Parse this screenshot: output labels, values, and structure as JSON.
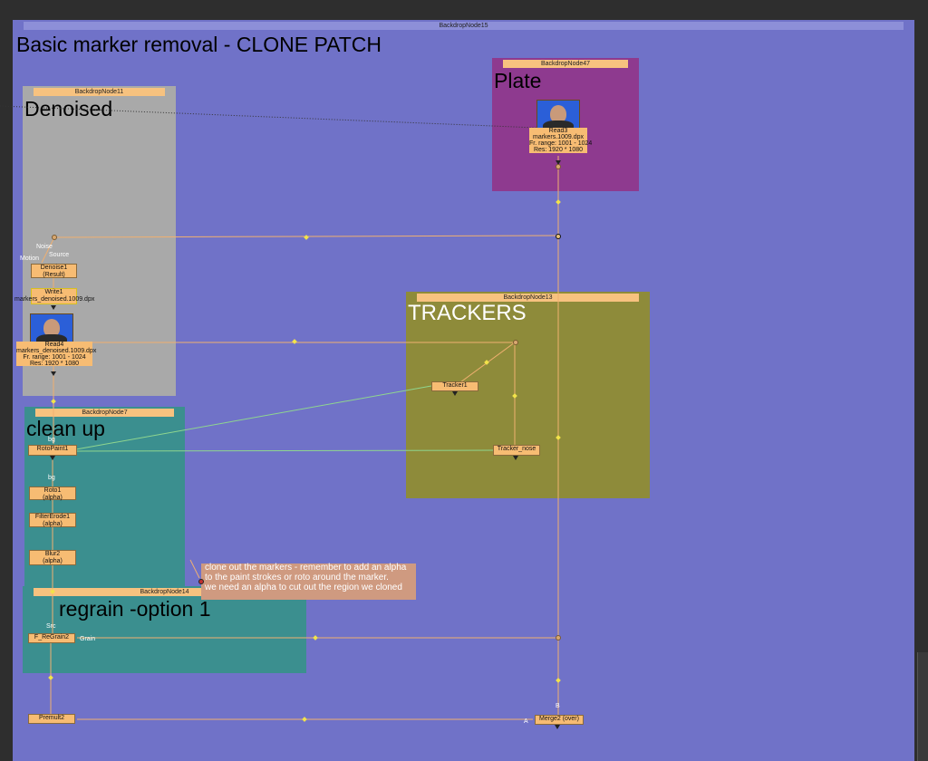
{
  "backdrops": {
    "b15": {
      "header": "BackdropNode15",
      "label": "Basic marker removal - CLONE PATCH"
    },
    "b47": {
      "header": "BackdropNode47",
      "label": "Plate"
    },
    "b11": {
      "header": "BackdropNode11",
      "label": "Denoised"
    },
    "b13": {
      "header": "BackdropNode13",
      "label": "TRACKERS"
    },
    "b7": {
      "header": "BackdropNode7",
      "label": "clean up"
    },
    "b14": {
      "header": "BackdropNode14",
      "label": "regrain -option 1"
    }
  },
  "nodes": {
    "read3": {
      "name": "Read3",
      "file": "markers.1009.dpx",
      "range": "Fr. range: 1001 - 1024",
      "res": "Res: 1920 * 1080"
    },
    "denoise1": {
      "name": "Denoise1",
      "sub": "(Result)",
      "in_noise": "Noise",
      "in_motion": "Motion",
      "in_source": "Source"
    },
    "write1": {
      "name": "Write1",
      "file": "markers_denoised.1009.dpx"
    },
    "read4": {
      "name": "Read4",
      "file": "markers_denoised.1009.dpx",
      "range": "Fr. range: 1001 - 1024",
      "res": "Res: 1920 * 1080"
    },
    "tracker1": {
      "name": "Tracker1"
    },
    "tracker_nose": {
      "name": "Tracker_nose"
    },
    "rotopaint1": {
      "name": "RotoPaint1",
      "in_bg": "bg"
    },
    "roto1": {
      "name": "Roto1",
      "sub": "(alpha)",
      "in_bg": "bg"
    },
    "filtererode1": {
      "name": "FilterErode1",
      "sub": "(alpha)"
    },
    "blur2": {
      "name": "Blur2",
      "sub": "(alpha)"
    },
    "regrain": {
      "name": "F_ReGrain2",
      "in_src": "Src",
      "in_grain": "Grain"
    },
    "premult2": {
      "name": "Premult2"
    },
    "merge2": {
      "name": "Merge2 (over)",
      "in_a": "A",
      "in_b": "B"
    }
  },
  "sticky_note": {
    "line1": "clone out the markers - remember to add an alpha",
    "line2": "to the paint strokes or roto around the marker.",
    "line3": "we need an alpha to cut out the region we cloned"
  },
  "colors": {
    "workspace": "#2e2e2e",
    "b15": "#7072c8",
    "b47": "#8e3a8f",
    "b11": "#a9a9a9",
    "b13": "#8e8b3a",
    "b7": "#3b8f8f",
    "b14": "#3b8f8f",
    "node": "#f7bc73",
    "pipe": "#f0b070",
    "tracker_link": "#8fd68f",
    "note": "#cf9a80"
  }
}
